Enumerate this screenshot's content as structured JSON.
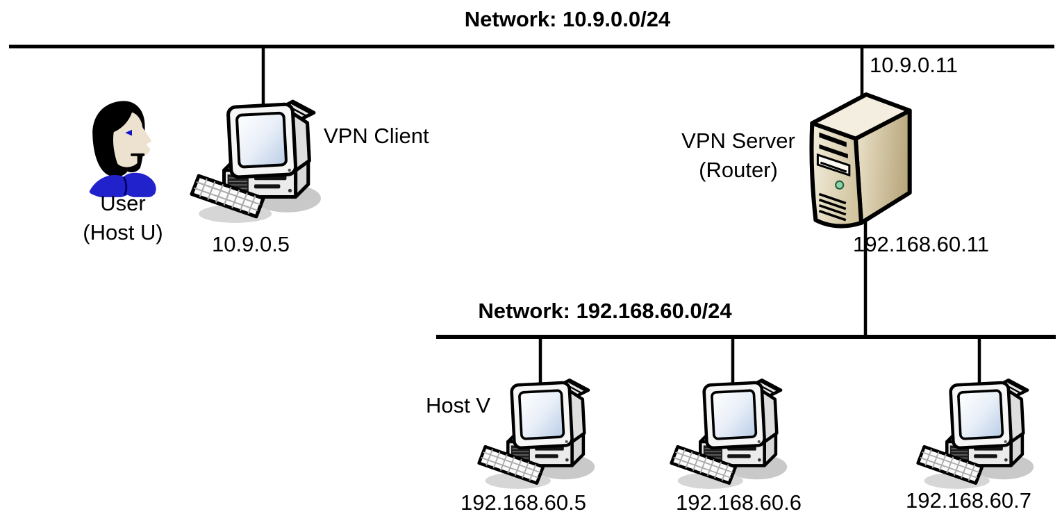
{
  "networks": {
    "top": {
      "label": "Network: 10.9.0.0/24"
    },
    "bottom": {
      "label": "Network: 192.168.60.0/24"
    }
  },
  "nodes": {
    "user": {
      "name_line1": "User",
      "name_line2": "(Host U)"
    },
    "vpn_client": {
      "label": "VPN Client",
      "ip": "10.9.0.5"
    },
    "vpn_server": {
      "label_line1": "VPN Server",
      "label_line2": "(Router)",
      "ip_top": "10.9.0.11",
      "ip_bottom": "192.168.60.11"
    },
    "host_v": {
      "label": "Host V",
      "ip": "192.168.60.5"
    },
    "host_6": {
      "ip": "192.168.60.6"
    },
    "host_7": {
      "ip": "192.168.60.7"
    }
  },
  "icons": {
    "user": "person-profile",
    "workstation": "desktop-computer",
    "server": "tower-server"
  },
  "colors": {
    "line": "#000000",
    "text": "#000000",
    "background": "#ffffff",
    "server_beige": "#e9dfc4",
    "collar_blue": "#2222cd",
    "eye_blue": "#1414cc",
    "screen_blue": "#c6d6ea",
    "power_button_green": "#90d2a8"
  }
}
